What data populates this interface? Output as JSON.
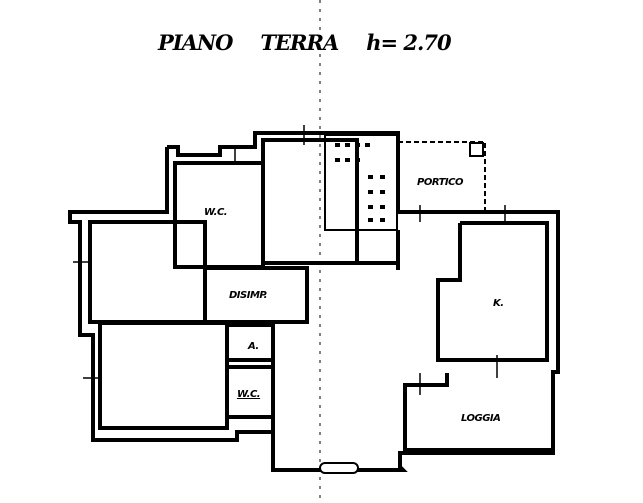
{
  "title": {
    "floor": "PIANO",
    "level": "TERRA",
    "height": "h= 2.70"
  },
  "rooms": {
    "wc_upper": "W.C.",
    "portico": "PORTICO",
    "disimpegno": "DISIMP.",
    "kitchen": "K.",
    "antibagno": "A.",
    "wc_lower": "W.C.",
    "loggia": "LOGGIA"
  }
}
